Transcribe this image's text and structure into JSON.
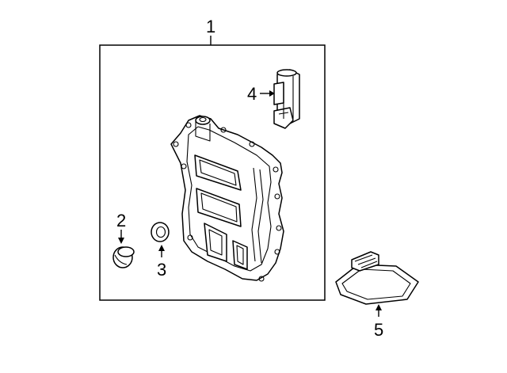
{
  "callouts": {
    "c1": "1",
    "c2": "2",
    "c3": "3",
    "c4": "4",
    "c5": "5"
  },
  "parts": [
    {
      "callout": "1",
      "icon": "transmission-valve-body-cover-assembly-icon"
    },
    {
      "callout": "2",
      "icon": "plug-icon"
    },
    {
      "callout": "3",
      "icon": "washer-gasket-icon"
    },
    {
      "callout": "4",
      "icon": "sensor-connector-icon"
    },
    {
      "callout": "5",
      "icon": "filter-screen-icon"
    }
  ],
  "colors": {
    "line": "#000000",
    "background": "#ffffff"
  }
}
